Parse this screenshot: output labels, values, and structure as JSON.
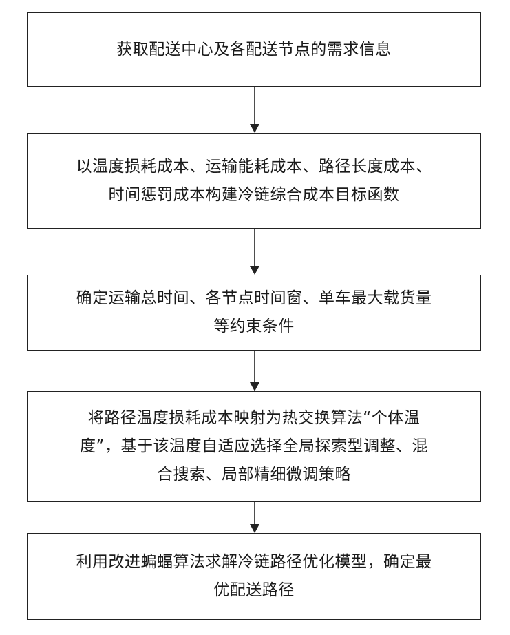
{
  "flowchart": {
    "steps": [
      {
        "lines": [
          "获取配送中心及各配送节点的需求信息"
        ]
      },
      {
        "lines": [
          "以温度损耗成本、运输能耗成本、路径长度成本、",
          "时间惩罚成本构建冷链综合成本目标函数"
        ]
      },
      {
        "lines": [
          "确定运输总时间、各节点时间窗、单车最大载货量",
          "等约束条件"
        ]
      },
      {
        "lines": [
          "将路径温度损耗成本映射为热交换算法“个体温",
          "度”，基于该温度自适应选择全局探索型调整、混",
          "合搜索、局部精细微调策略"
        ]
      },
      {
        "lines": [
          "利用改进蝙蝠算法求解冷链路径优化模型，确定最",
          "优配送路径"
        ]
      }
    ]
  }
}
